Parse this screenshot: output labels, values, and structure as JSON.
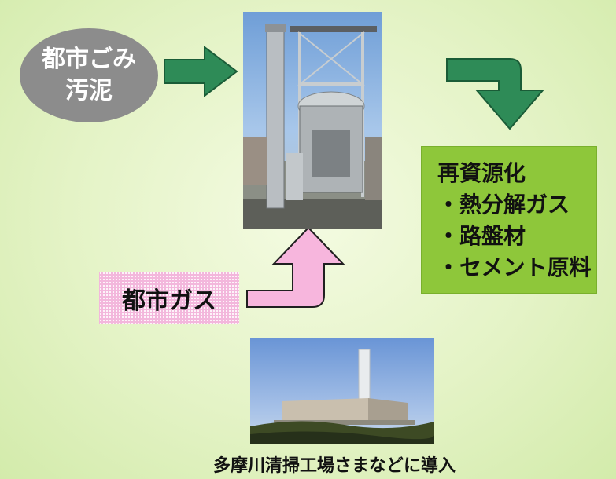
{
  "input": {
    "line1": "都市ごみ",
    "line2": "汚泥"
  },
  "output": {
    "title": "再資源化",
    "items": [
      "熱分解ガス",
      "路盤材",
      "セメント原料"
    ]
  },
  "gas": {
    "label": "都市ガス"
  },
  "caption": "多摩川清掃工場さまなどに導入",
  "colors": {
    "arrow_green": "#2e8b57",
    "arrow_pink": "#f7b6dd",
    "output_box": "#8ec73a",
    "input_circle": "#8c8c8c"
  }
}
